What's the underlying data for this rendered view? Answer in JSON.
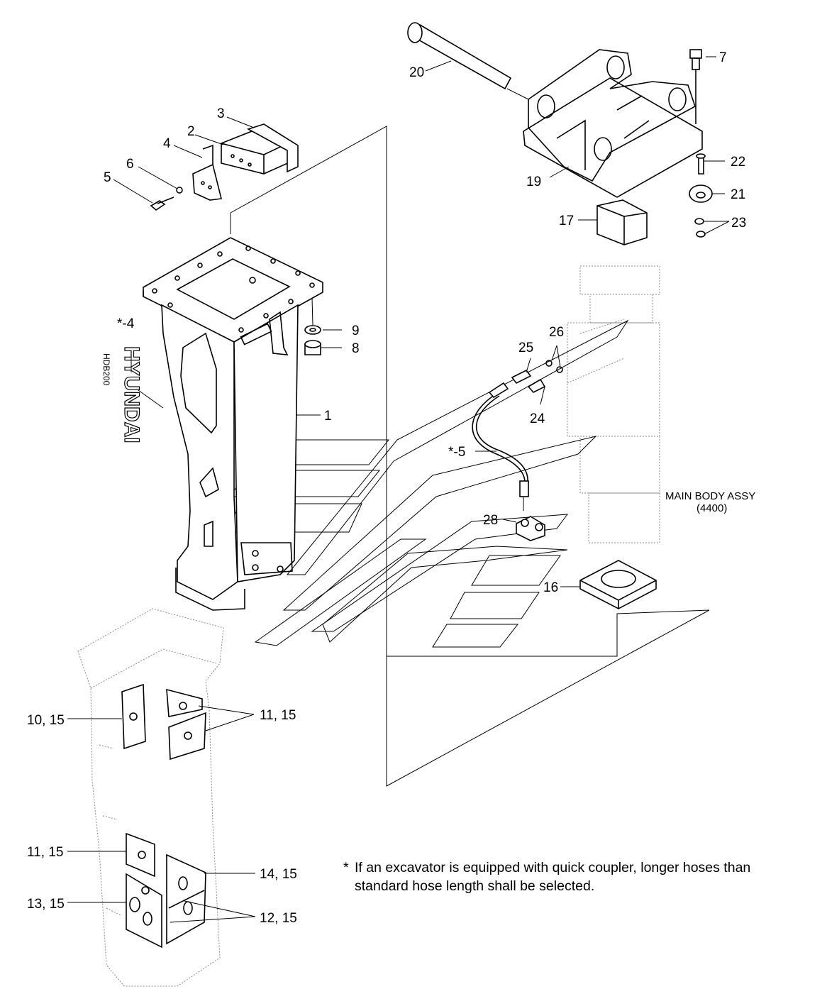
{
  "callouts": {
    "c1": "1",
    "c2": "2",
    "c3": "3",
    "c4": "4",
    "c5": "5",
    "c6": "6",
    "c7": "7",
    "c8": "8",
    "c9": "9",
    "c16": "16",
    "c17": "17",
    "c19": "19",
    "c20": "20",
    "c21": "21",
    "c22": "22",
    "c23": "23",
    "c24": "24",
    "c25": "25",
    "c26": "26",
    "c28": "28",
    "c10_15": "10, 15",
    "c11_15a": "11, 15",
    "c11_15b": "11, 15",
    "c13_15": "13, 15",
    "c14_15": "14, 15",
    "c12_15": "12, 15",
    "c_star4": "*-4",
    "c_star5": "*-5"
  },
  "decal": {
    "brand": "HYUNDAI",
    "model": "HDB200"
  },
  "main_body": {
    "title": "MAIN BODY ASSY",
    "code": "(4400)"
  },
  "footnote": {
    "marker": "*",
    "line1": "If an excavator is equipped with quick coupler, longer hoses than",
    "line2": "standard hose length shall be selected."
  }
}
